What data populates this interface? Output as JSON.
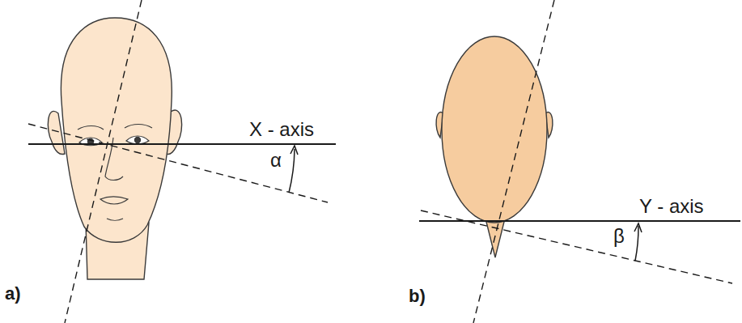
{
  "diagram": {
    "labels": [
      "X - axis",
      "α",
      "a)",
      "Y - axis",
      "β",
      "b)"
    ]
  }
}
